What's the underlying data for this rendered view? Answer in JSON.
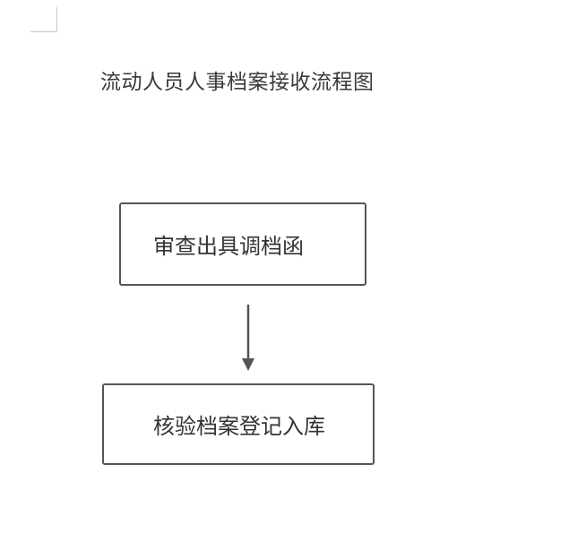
{
  "document": {
    "title": "流动人员人事档案接收流程图"
  },
  "flowchart": {
    "steps": [
      {
        "label": "审查出具调档函"
      },
      {
        "label": "核验档案登记入库"
      }
    ],
    "connector_color": "#555555",
    "box_border_color": "#555555"
  }
}
